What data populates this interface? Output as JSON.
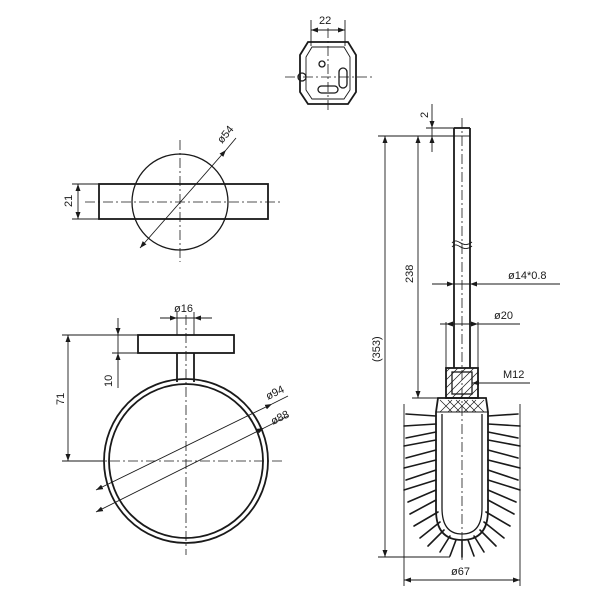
{
  "dimensions": {
    "plate_width": "22",
    "wall_disc_diameter": "ø54",
    "holder_thickness": "21",
    "post_diameter": "ø16",
    "flange_thickness": "10",
    "ring_drop": "71",
    "ring_outer": "ø94",
    "ring_inner": "ø88",
    "top_gap": "2",
    "overall_length": "(353)",
    "handle_length": "238",
    "handle_tube": "ø14*0.8",
    "collar_diameter": "ø20",
    "thread": "M12",
    "brush_diameter": "ø67"
  }
}
